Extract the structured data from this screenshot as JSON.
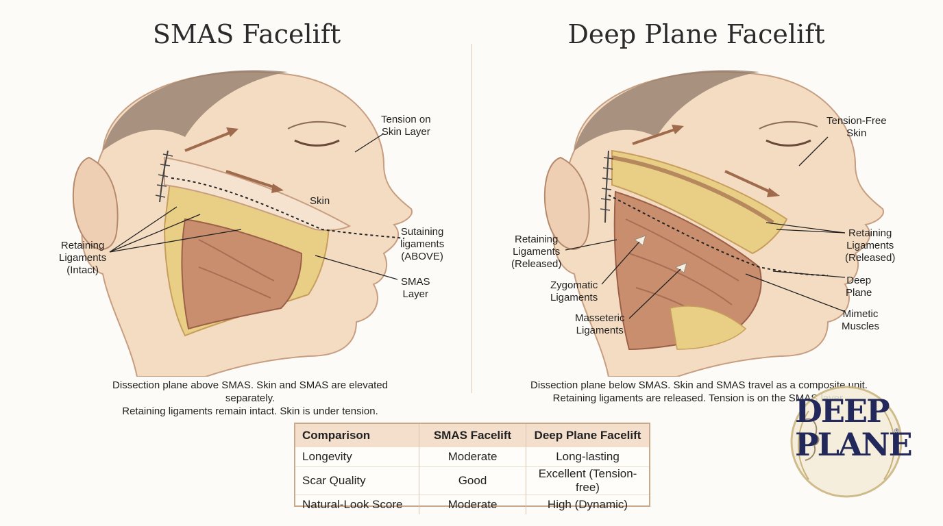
{
  "left": {
    "title": "SMAS Facelift",
    "labels": {
      "tension": "Tension on\nSkin Layer",
      "skin": "Skin",
      "sustaining": "Sutaining\nligaments\n(ABOVE)",
      "retaining": "Retaining\nLigaments\n(Intact)",
      "smas": "SMAS\nLayer"
    },
    "caption_line1": "Dissection plane above SMAS. Skin and SMAS are elevated separately.",
    "caption_line2": "Retaining ligaments remain intact. Skin is under tension."
  },
  "right": {
    "title": "Deep Plane Facelift",
    "labels": {
      "tension_free": "Tension-Free\nSkin",
      "retaining_left": "Retaining\nLigaments\n(Released)",
      "retaining_right": "Retaining\nLigaments\n(Released)",
      "zygomatic": "Zygomatic\nLigaments",
      "masseteric": "Masseteric\nLigaments",
      "deep_plane": "Deep\nPlane",
      "mimetic": "Mimetic\nMuscles"
    },
    "caption_line1": "Dissection plane below SMAS. Skin and SMAS travel as a composite unit.",
    "caption_line2": "Retaining ligaments are released. Tension is on the SMAS layer."
  },
  "table": {
    "headers": [
      "Comparison",
      "SMAS Facelift",
      "Deep Plane Facelift"
    ],
    "rows": [
      [
        "Longevity",
        "Moderate",
        "Long-lasting"
      ],
      [
        "Scar Quality",
        "Good",
        "Excellent (Tension-free)"
      ],
      [
        "Natural-Look Score",
        "Moderate",
        "High (Dynamic)"
      ]
    ]
  },
  "logo": {
    "line1": "DEEP",
    "line2": "PLANE",
    "mark": "®"
  },
  "colors": {
    "skin": "#f3dcc2",
    "muscle": "#c98e6e",
    "fat": "#e9cf86",
    "accent": "#c9a98a",
    "logo_navy": "#23285a",
    "logo_gold": "#c8b27a"
  }
}
